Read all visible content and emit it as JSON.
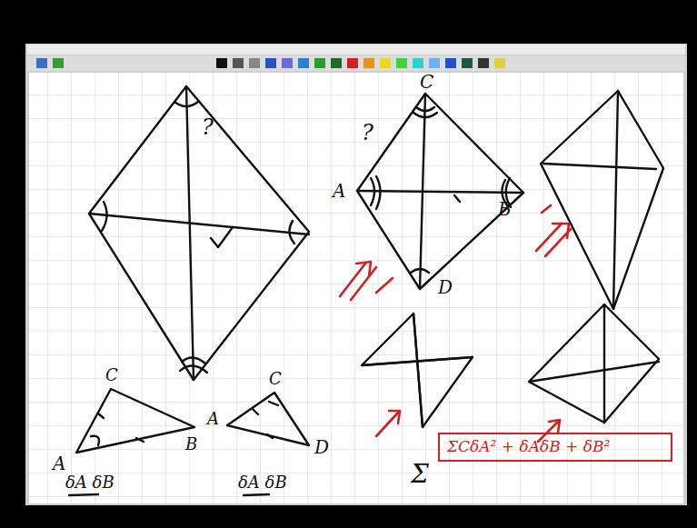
{
  "diagram": {
    "nodes": [
      {
        "text": [
          "ΣCδA² + δAδB + δB²"
        ]
      }
    ],
    "labels": [
      "?",
      "C",
      "?",
      "A",
      "B",
      "D",
      "C",
      "A",
      "B",
      "δA δB",
      "C",
      "A",
      "D",
      "δA δB",
      "Σ"
    ]
  }
}
